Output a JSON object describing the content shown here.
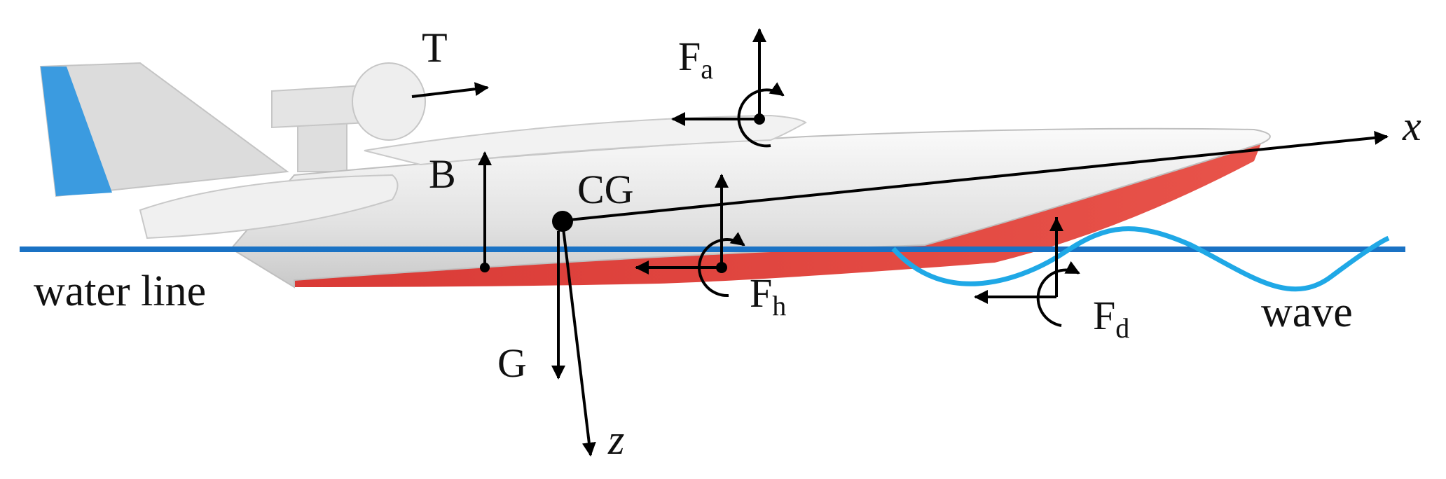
{
  "labels": {
    "thrust": "T",
    "buoyancy": "B",
    "center_of_gravity": "CG",
    "gravity": "G",
    "aero_force": "F",
    "aero_sub": "a",
    "hydro_force": "F",
    "hydro_sub": "h",
    "wave_force": "F",
    "wave_sub": "d",
    "x_axis": "x",
    "z_axis": "z",
    "water_line": "water line",
    "wave": "wave"
  },
  "colors": {
    "water_line": "#1a72c4",
    "wave": "#1fa8e6",
    "hull_bottom": "#e33b36",
    "fuselage": "#e9e9e9",
    "tail_tip": "#3b9be0",
    "arrows": "#000000"
  }
}
